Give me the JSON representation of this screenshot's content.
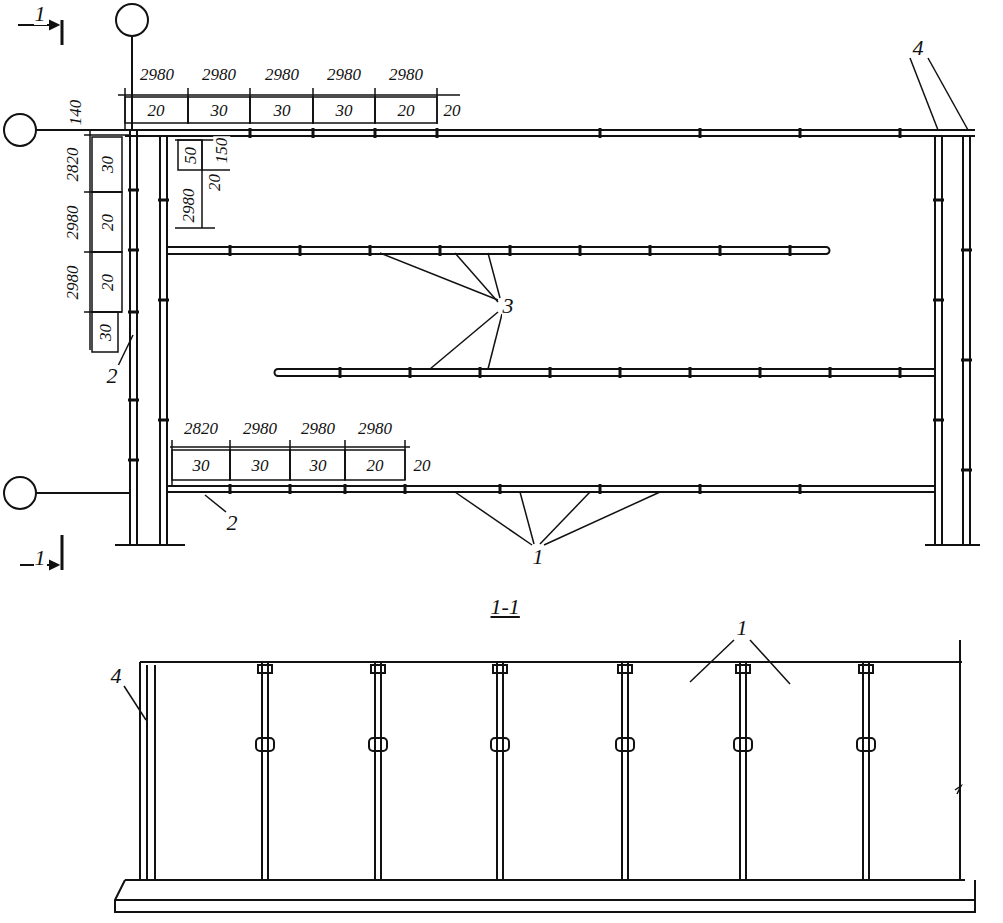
{
  "diagram": {
    "labels": [
      "1",
      "2980",
      "2980",
      "2980",
      "2980",
      "2980",
      "20",
      "30",
      "30",
      "30",
      "20",
      "20",
      "140",
      "2820",
      "2980",
      "2980",
      "30",
      "20",
      "20",
      "30",
      "50",
      "2980",
      "20",
      "150",
      "2",
      "3",
      "2820",
      "2980",
      "2980",
      "2980",
      "30",
      "30",
      "30",
      "20",
      "20",
      "2",
      "1",
      "4",
      "1",
      "1-1",
      "4",
      "1"
    ]
  }
}
